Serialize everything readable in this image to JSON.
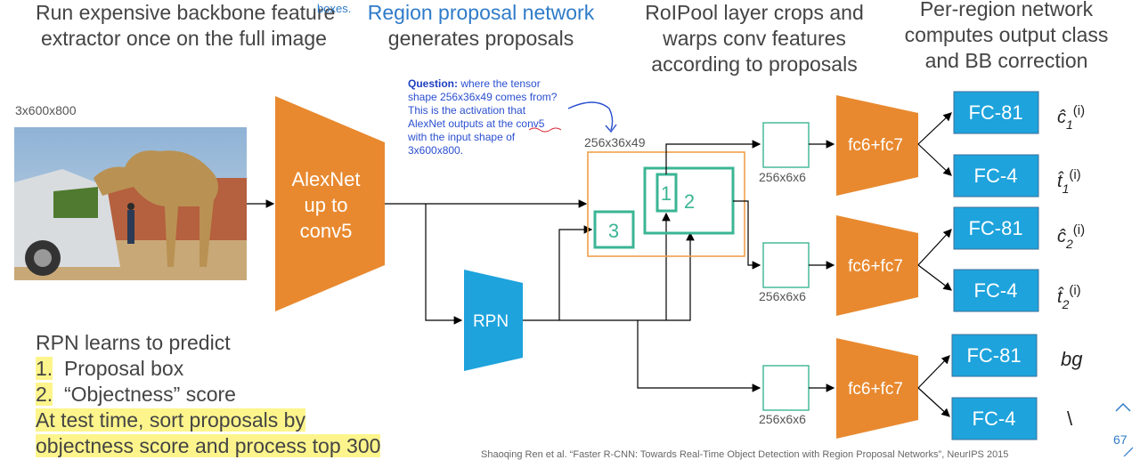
{
  "headers": {
    "backbone_line1": "Run expensive backbone feature",
    "backbone_line2": "extractor once on the full image",
    "overlap_word": "boxes.",
    "rpn_title": "Region proposal network",
    "rpn_sub": "generates proposals",
    "roipool_line1": "RoIPool layer crops and",
    "roipool_line2": "warps conv features",
    "roipool_line3": "according to proposals",
    "perregion_line1": "Per-region network",
    "perregion_line2": "computes output class",
    "perregion_line3": "and BB correction"
  },
  "image_dims": "3x600x800",
  "backbone": {
    "line1": "AlexNet",
    "line2": "up to",
    "line3": "conv5"
  },
  "rpn_label": "RPN",
  "feature_dims": "256x36x49",
  "roi_boxes": [
    "1",
    "2",
    "3"
  ],
  "question": {
    "label": "Question:",
    "line1": "where the tensor",
    "line2": "shape 256x36x49 comes from?",
    "line3": "This is the activation that",
    "line4": "AlexNet outputs at the conv5",
    "line5": "with the input shape of",
    "line6": "3x600x800."
  },
  "crop_dims": [
    "256x6x6",
    "256x6x6",
    "256x6x6"
  ],
  "fc_heads": [
    "fc6+fc7",
    "fc6+fc7",
    "fc6+fc7"
  ],
  "fc_outputs": [
    "FC-81",
    "FC-4",
    "FC-81",
    "FC-4",
    "FC-81",
    "FC-4"
  ],
  "outputs": [
    {
      "main": "ĉ",
      "sub": "1",
      "sup": "(i)"
    },
    {
      "main": "t̂",
      "sub": "1",
      "sup": "(i)"
    },
    {
      "main": "ĉ",
      "sub": "2",
      "sup": "(i)"
    },
    {
      "main": "t̂",
      "sub": "2",
      "sup": "(i)"
    },
    {
      "main": "bg",
      "sub": "",
      "sup": ""
    },
    {
      "main": "\\",
      "sub": "",
      "sup": ""
    }
  ],
  "rpn_notes": {
    "line1": "RPN learns to predict",
    "item1_num": "1.",
    "item1": "Proposal box",
    "item2_num": "2.",
    "item2": "“Objectness” score",
    "test1": "At test time, sort proposals by",
    "test2": "objectness score and process top 300"
  },
  "page_number": "67",
  "citation": "Shaoqing Ren et al. “Faster R-CNN: Towards Real-Time Object Detection with Region Proposal Networks”, NeurIPS 2015",
  "colors": {
    "orange": "#e8892f",
    "blue": "#1ea3dc",
    "teal": "#3bb594",
    "roi": "#f0a04b"
  }
}
